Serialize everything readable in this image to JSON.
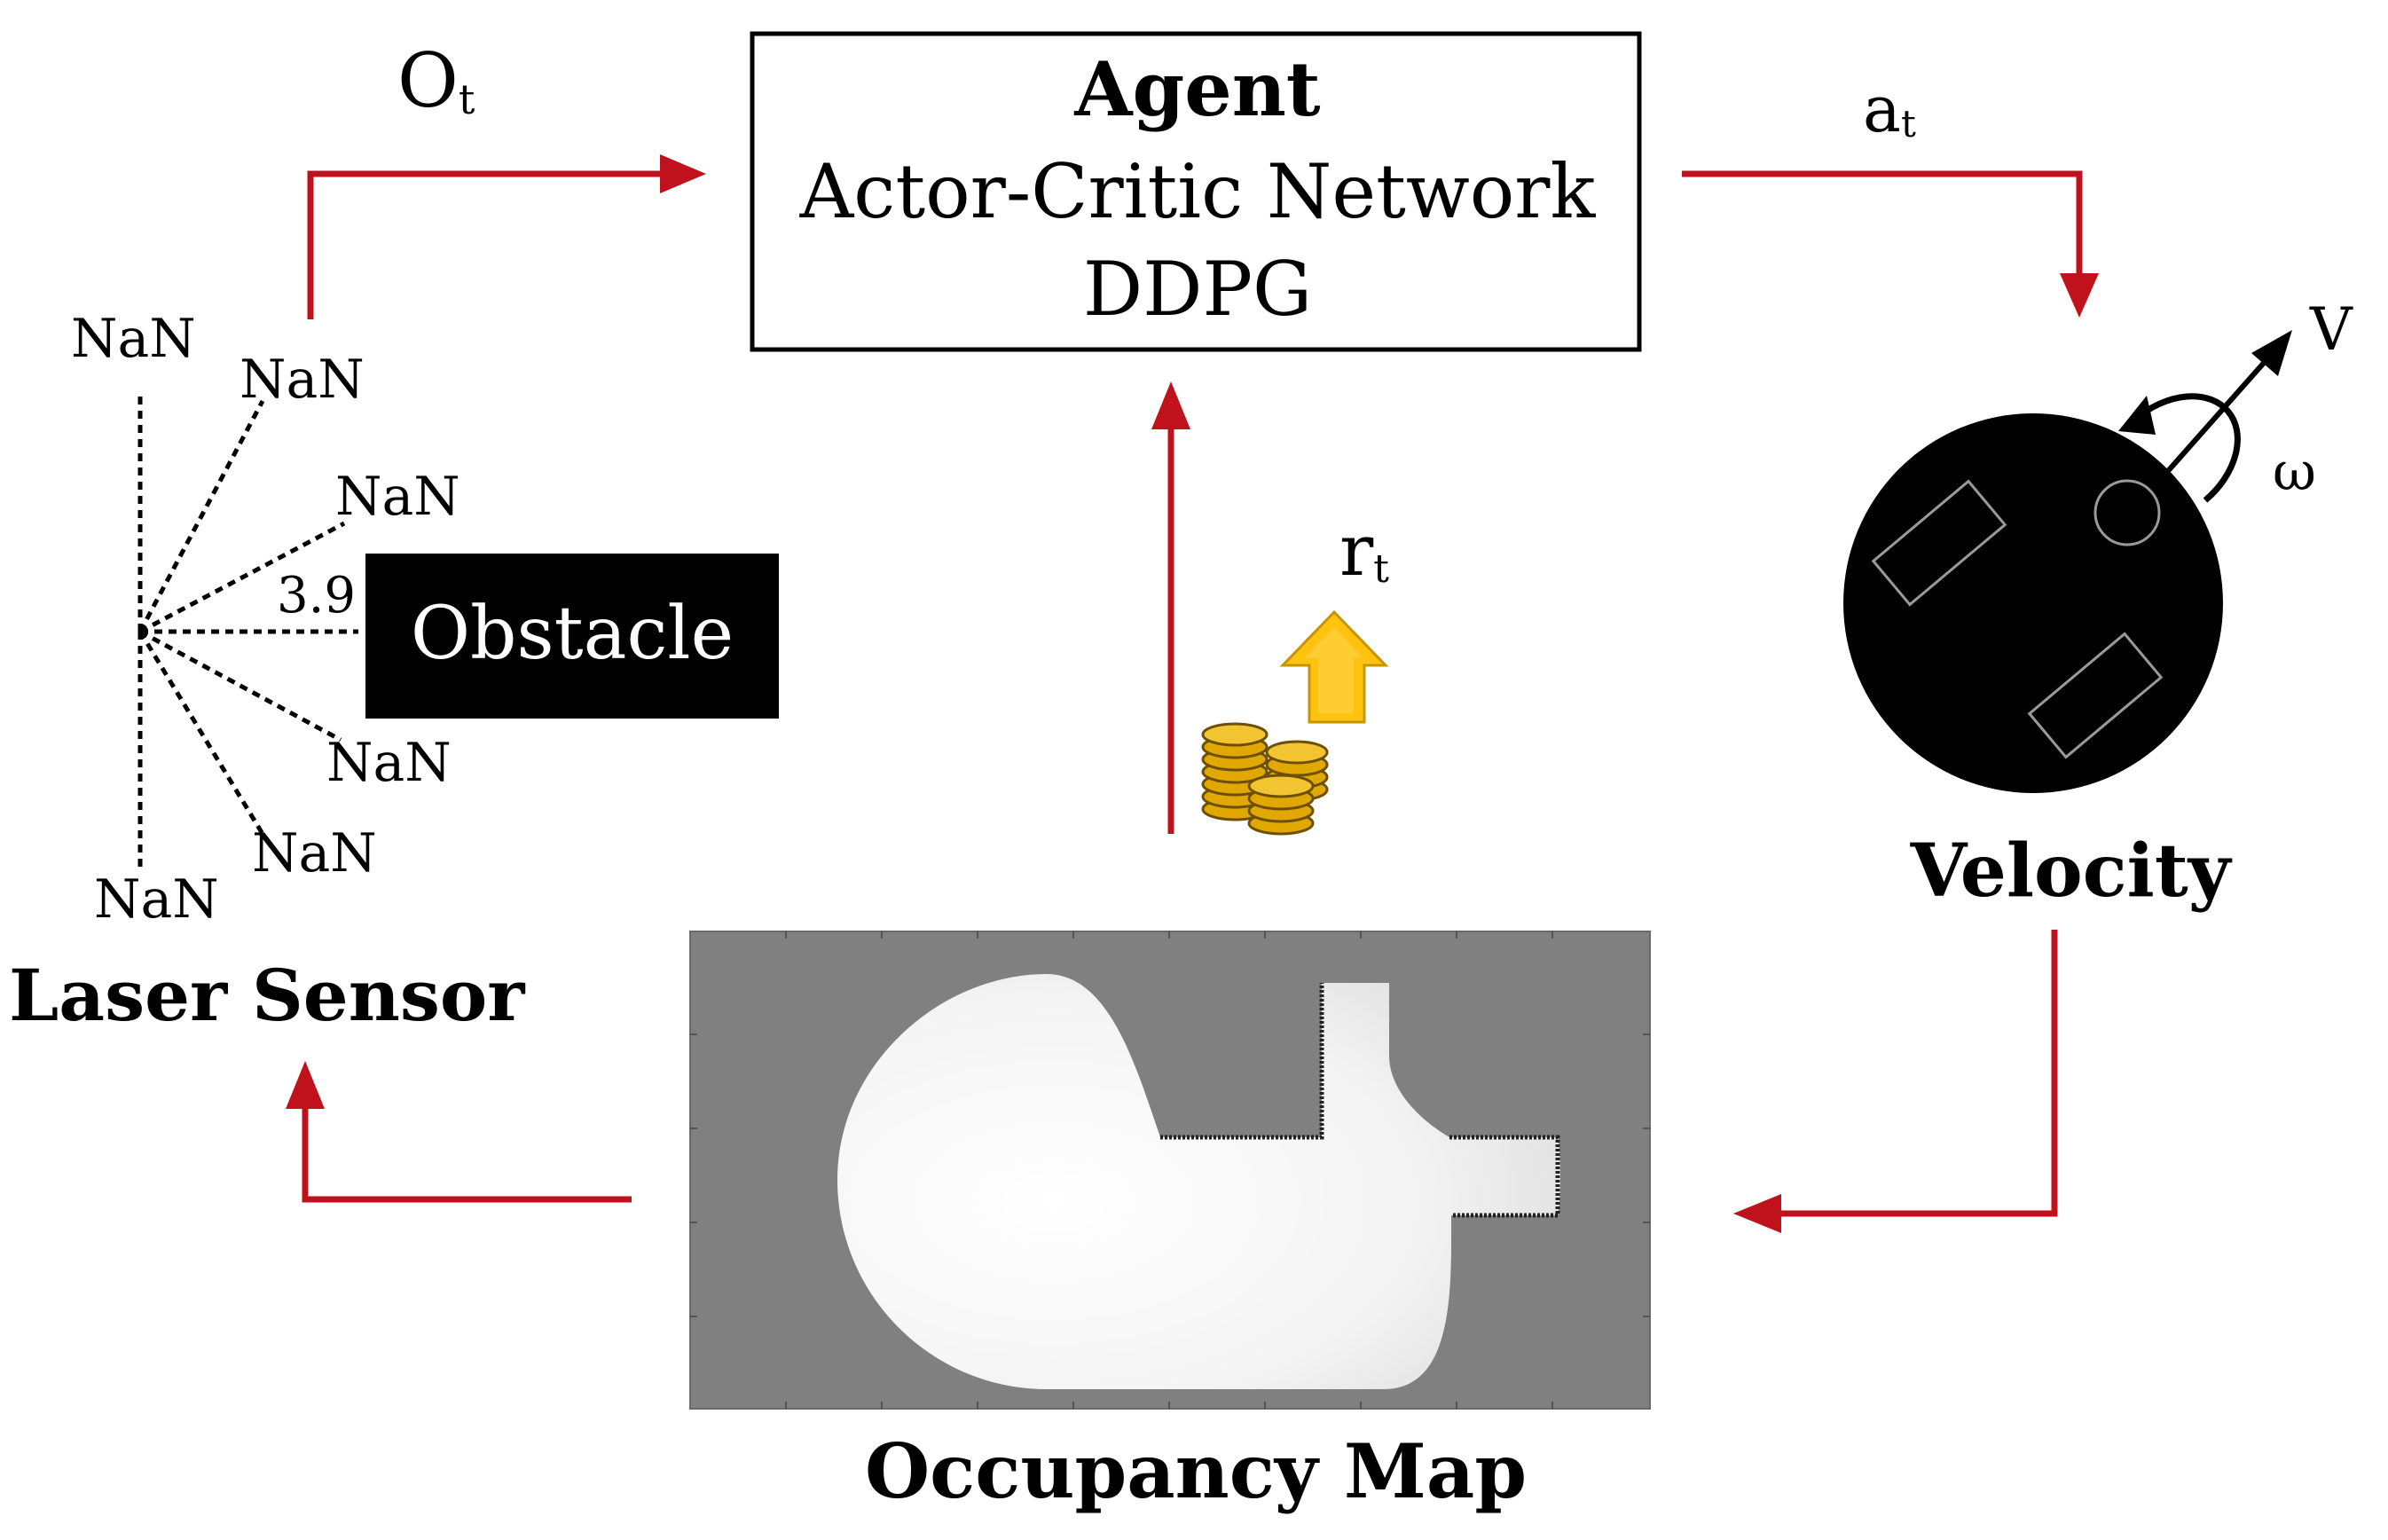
{
  "agent": {
    "title": "Agent",
    "subtitle": "Actor-Critic Network",
    "algorithm": "DDPG"
  },
  "signals": {
    "observation": {
      "base": "O",
      "sub": "t"
    },
    "action": {
      "base": "a",
      "sub": "t"
    },
    "reward": {
      "base": "r",
      "sub": "t"
    }
  },
  "laser": {
    "title": "Laser Sensor",
    "readings": [
      "NaN",
      "NaN",
      "NaN",
      "3.9",
      "NaN",
      "NaN",
      "NaN"
    ]
  },
  "obstacle": {
    "label": "Obstacle"
  },
  "robot": {
    "title": "Velocity",
    "linear_label": "V",
    "angular_label": "ω"
  },
  "map": {
    "title": "Occupancy Map"
  },
  "colors": {
    "arrow": "#c0121c",
    "coin": "#e0a800",
    "coin_stroke": "#8a6400",
    "reward_arrow": "#ffc20e",
    "map_background": "#808080",
    "robot_body": "#000000",
    "obstacle_fill": "#000000"
  },
  "icons": [
    "coin-stack-icon",
    "reward-up-arrow-icon",
    "rotation-arrow-icon",
    "velocity-arrow-icon"
  ]
}
